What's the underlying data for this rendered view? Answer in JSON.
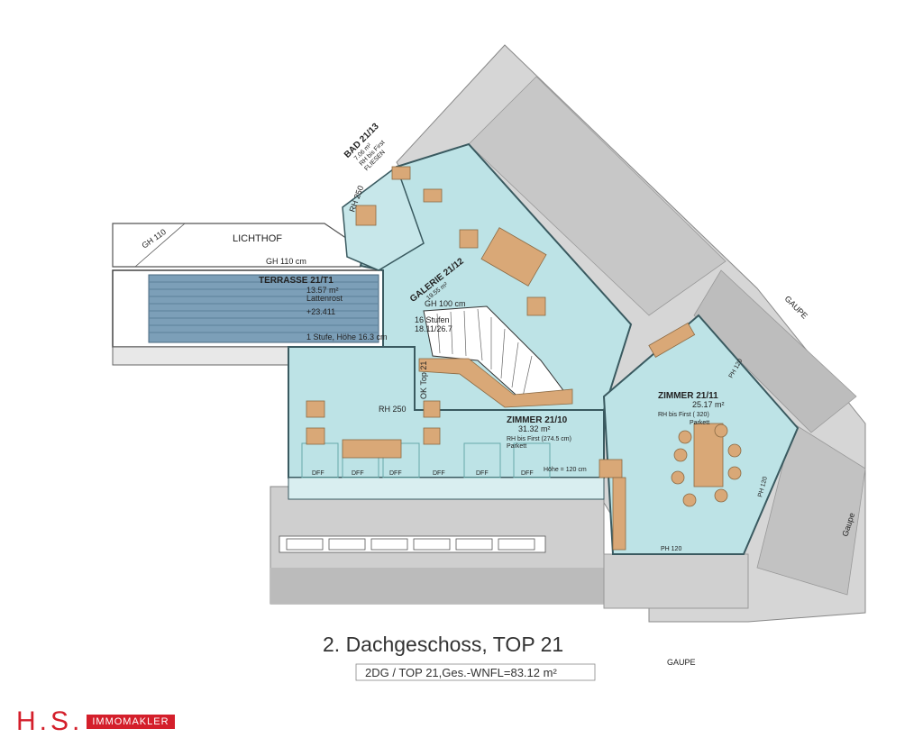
{
  "floor_title": "2. Dachgeschoss, TOP 21",
  "area_summary": "2DG / TOP 21,Ges.-WNFL=83.12 m²",
  "logo": {
    "letters": "H.S.",
    "badge": "IMMOMAKLER"
  },
  "rooms": {
    "bad": {
      "name": "BAD 21/13",
      "area": "7.06 m²",
      "height": "RH bis First",
      "floor": "FLIESEN"
    },
    "lichthof": {
      "name": "LICHTHOF"
    },
    "terrasse": {
      "name": "TERRASSE 21/T1",
      "area": "13.57 m²",
      "floor": "Lattenrost",
      "level": "+23.411",
      "step": "1 Stufe, Höhe 16.3 cm"
    },
    "galerie": {
      "name": "GALERIE 21/12",
      "area": "19.55 m²",
      "gh": "GH 100 cm",
      "stairs": "16 Stufen",
      "stairs_dim": "18.11/26.7"
    },
    "zimmer10": {
      "name": "ZIMMER 21/10",
      "area": "31.32 m²",
      "height": "RH bis First (274.5 cm)",
      "floor": "Parkett",
      "rh": "RH 250"
    },
    "zimmer11": {
      "name": "ZIMMER 21/11",
      "area": "25.17 m²",
      "height": "RH bis First ( 320)",
      "floor": "Parkett"
    }
  },
  "labels": {
    "gh110": "GH 110",
    "gh110cm": "GH 110 cm",
    "rh250": "RH 250",
    "dff": "DFF",
    "ph120": "PH 120",
    "hoehe120": "Höhe = 120 cm",
    "gaupe": "GAUPE",
    "gaupe2": "Gaupe",
    "ok_top": "OK Top 21"
  },
  "accent": {
    "room_fill": "#bde3e6",
    "terrace_fill": "#7c9fb8",
    "wood": "#d9a877",
    "gray": "#c9c9c9",
    "brand_red": "#d41f2b"
  }
}
